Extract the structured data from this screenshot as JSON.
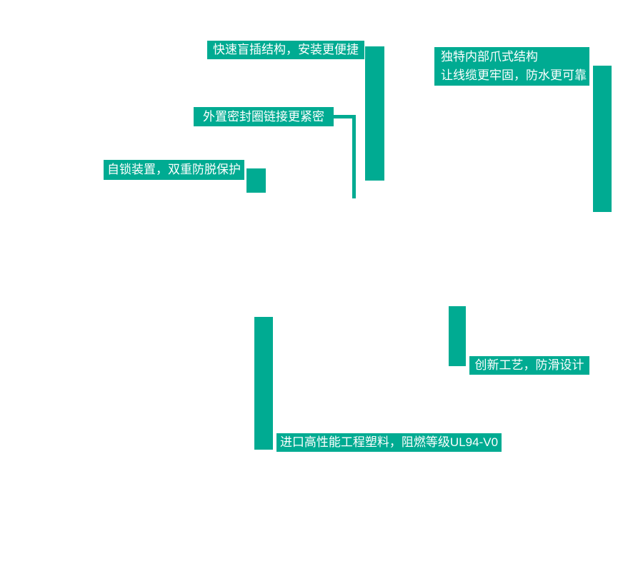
{
  "colors": {
    "accent": "#00ab92",
    "label_text": "#ffffff",
    "background": "#ffffff"
  },
  "features": {
    "quick_insert": {
      "label": "快速盲插结构，安装更便捷"
    },
    "claw_structure": {
      "line1": "独特内部爪式结构",
      "line2": "让线缆更牢固，防水更可靠"
    },
    "seal_ring": {
      "label": "外置密封圈链接更紧密"
    },
    "self_lock": {
      "label": "自锁装置，双重防脱保护"
    },
    "anti_slip": {
      "label": "创新工艺，防滑设计"
    },
    "material": {
      "label": "进口高性能工程塑料，阻燃等级UL94-V0"
    }
  }
}
